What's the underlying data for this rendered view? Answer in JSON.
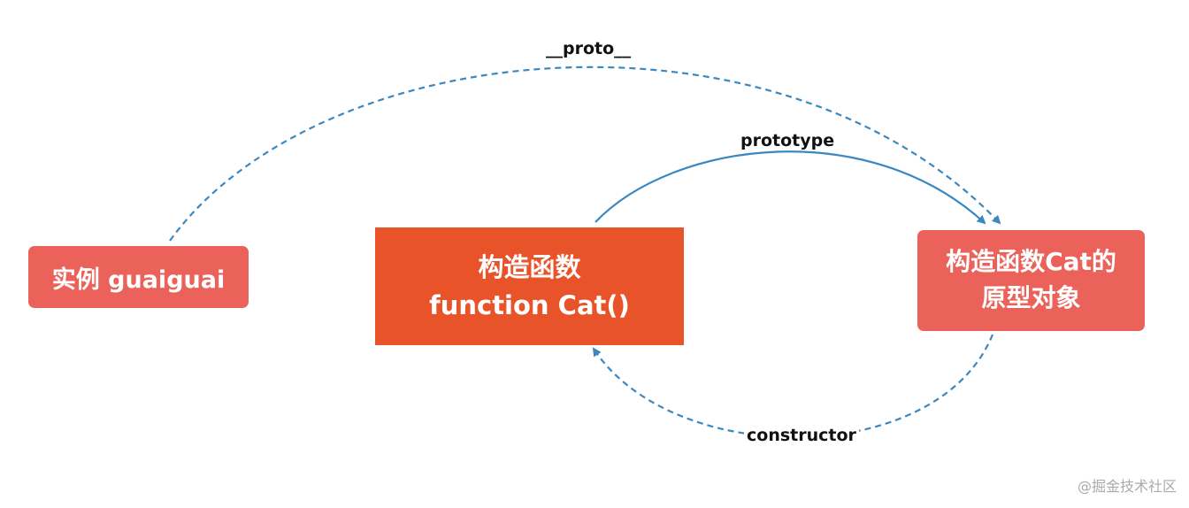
{
  "nodes": {
    "instance": {
      "line1": "实例 guaiguai"
    },
    "constructor": {
      "line1": "构造函数",
      "line2": "function Cat()"
    },
    "prototype_object": {
      "line1": "构造函数Cat的",
      "line2": "原型对象"
    }
  },
  "edges": {
    "proto": {
      "label": "__proto__",
      "style": "dashed"
    },
    "prototype": {
      "label": "prototype",
      "style": "solid"
    },
    "constructor": {
      "label": "constructor",
      "style": "dashed"
    }
  },
  "colors": {
    "instance_box": "#ea6259",
    "constructor_box": "#e8532a",
    "prototype_box": "#ea6259",
    "edge_line": "#3b87c0",
    "edge_text": "#111111",
    "watermark": "#aaaaaa"
  },
  "watermark": "@掘金技术社区"
}
